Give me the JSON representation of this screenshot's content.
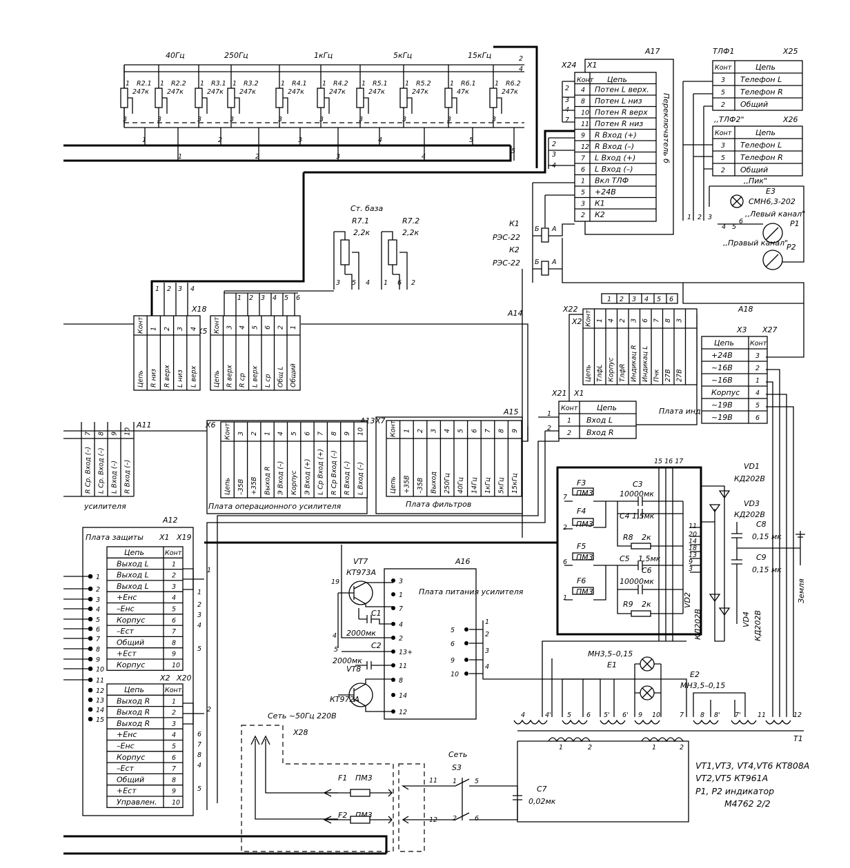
{
  "bands": [
    "40Гц",
    "250Гц",
    "1кГц",
    "5кГц",
    "15кГц"
  ],
  "resistors_top": [
    {
      "name": "R2.1",
      "val": "247к"
    },
    {
      "name": "R2.2",
      "val": "247к"
    },
    {
      "name": "R3.1",
      "val": "247к"
    },
    {
      "name": "R3.2",
      "val": "247к"
    },
    {
      "name": "R4.1",
      "val": "247к"
    },
    {
      "name": "R4.2",
      "val": "247к"
    },
    {
      "name": "R5.1",
      "val": "247к"
    },
    {
      "name": "R5.2",
      "val": "247к"
    },
    {
      "name": "R6.1",
      "val": "47к"
    },
    {
      "name": "R6.2",
      "val": "247к"
    }
  ],
  "bus_numbers": [
    "1",
    "2",
    "3",
    "4",
    "5",
    "1",
    "2",
    "3",
    "4",
    "5"
  ],
  "a17": {
    "label": "A17",
    "x24": "X24",
    "x1": "X1",
    "switch_label": "Переключатель б",
    "header": {
      "kont": "Конт",
      "circuit": "Цепь"
    },
    "rows": [
      {
        "k": "4",
        "c": "Потен L верх."
      },
      {
        "k": "8",
        "c": "Потен L низ"
      },
      {
        "k": "10",
        "c": "Потен R верх"
      },
      {
        "k": "11",
        "c": "Потен R низ"
      },
      {
        "k": "9",
        "c": "R Вход (+)"
      },
      {
        "k": "12",
        "c": "R Вход (–)"
      },
      {
        "k": "7",
        "c": "L Вход (+)"
      },
      {
        "k": "6",
        "c": "L Вход (–)"
      },
      {
        "k": "1",
        "c": "Вкл ТЛФ"
      },
      {
        "k": "5",
        "c": "+24В"
      },
      {
        "k": "3",
        "c": "К1"
      },
      {
        "k": "2",
        "c": "К2"
      }
    ]
  },
  "tlf1": {
    "label": "ТЛФ1",
    "x": "X25",
    "header": {
      "kont": "Конт",
      "circuit": "Цепь"
    },
    "rows": [
      {
        "k": "3",
        "c": "Телефон L"
      },
      {
        "k": "5",
        "c": "Телефон R"
      },
      {
        "k": "2",
        "c": "Общий"
      }
    ]
  },
  "tlf2": {
    "label": ",,ТЛФ2\"",
    "x": "X26",
    "header": {
      "kont": "Конт",
      "circuit": "Цепь"
    },
    "rows": [
      {
        "k": "3",
        "c": "Телефон L"
      },
      {
        "k": "5",
        "c": "Телефон R"
      },
      {
        "k": "2",
        "c": "Общий"
      }
    ]
  },
  "e3": {
    "pik": ",,Пик\"",
    "name": "E3",
    "type": "СМН6,3-202",
    "left": ",,Левый канал\"",
    "right": ",,Правый канал\"",
    "p1": "P1",
    "p2": "P2"
  },
  "st_baza": {
    "label": "Ст. база",
    "r71": "R7.1",
    "r71v": "2,2к",
    "r72": "R7.2",
    "r72v": "2,2к"
  },
  "relays": {
    "k1": "К1",
    "k1t": "РЭС-22",
    "k2": "К2",
    "k2t": "РЭС-22"
  },
  "x18": {
    "label": "X18",
    "x5": "X5",
    "cols": [
      "Конт",
      "Цепь"
    ],
    "rows": [
      {
        "k": "1",
        "c": "R низ"
      },
      {
        "k": "2",
        "c": "R верх"
      },
      {
        "k": "3",
        "c": "L низ"
      },
      {
        "k": "4",
        "c": "L верх"
      }
    ]
  },
  "x5b": {
    "rows": [
      {
        "k": "3",
        "c": "R верх"
      },
      {
        "k": "4",
        "c": "R ср"
      },
      {
        "k": "5",
        "c": "L верх"
      },
      {
        "k": "6",
        "c": "L ср"
      },
      {
        "k": "2",
        "c": "Общ L"
      },
      {
        "k": "1",
        "c": "Общий"
      }
    ]
  },
  "a14": "A14",
  "a18": {
    "label": "A18",
    "x22": "X22",
    "x2": "X2",
    "plate": "Плата индикации",
    "rows": [
      {
        "k": "1",
        "c": "ТлфL"
      },
      {
        "k": "4",
        "c": "Корпус"
      },
      {
        "k": "2",
        "c": "ТлфR"
      },
      {
        "k": "3",
        "c": "Индикац R"
      },
      {
        "k": "6",
        "c": "Индикац L"
      },
      {
        "k": "7",
        "c": "Пчк"
      },
      {
        "k": "8",
        "c": "27В"
      },
      {
        "k": "3",
        "c": "27В"
      }
    ]
  },
  "x3": {
    "label": "X3",
    "x27": "X27",
    "header": {
      "circuit": "Цепь",
      "kont": "Конт"
    },
    "rows": [
      {
        "c": "+24В",
        "k": "3"
      },
      {
        "c": "~16В",
        "k": "2"
      },
      {
        "c": "~16В",
        "k": "1"
      },
      {
        "c": "Корпус",
        "k": "4"
      },
      {
        "c": "~19В",
        "k": "5"
      },
      {
        "c": "~19В",
        "k": "6"
      }
    ]
  },
  "x21": {
    "label": "X21",
    "x1": "X1",
    "header": {
      "kont": "Конт",
      "circuit": "Цепь"
    },
    "rows": [
      {
        "k": "1",
        "c": "Вход L"
      },
      {
        "k": "2",
        "c": "Вход R"
      }
    ]
  },
  "a11": {
    "label": "A11",
    "plate": "усилителя",
    "rows": [
      {
        "k": "7",
        "c": "R Ср. Вход (–)"
      },
      {
        "k": "8",
        "c": "L Ср. Вход (–)"
      },
      {
        "k": "9",
        "c": "L Вход (–)"
      },
      {
        "k": "10",
        "c": "R Вход (–)"
      }
    ]
  },
  "x6": {
    "label": "X6",
    "a13": "A13",
    "x7": "X7",
    "plate": "Плата операционного усилителя",
    "rows": [
      {
        "k": "3",
        "c": "–35В"
      },
      {
        "k": "2",
        "c": "+35В"
      },
      {
        "k": "1",
        "c": "Выход R"
      },
      {
        "k": "4",
        "c": "Э Вход (–)"
      },
      {
        "k": "5",
        "c": "Корпус"
      },
      {
        "k": "6",
        "c": "Э Вход (+)"
      },
      {
        "k": "7",
        "c": "L Ср Вход (+)"
      },
      {
        "k": "8",
        "c": "R Ср Вход (–)"
      },
      {
        "k": "9",
        "c": "R Вход (–)"
      },
      {
        "k": "10",
        "c": "L Вход (–)"
      }
    ]
  },
  "a15": {
    "label": "A15",
    "plate": "Плата фильтров",
    "rows": [
      {
        "k": "1",
        "c": "+35В"
      },
      {
        "k": "2",
        "c": "–35В"
      },
      {
        "k": "3",
        "c": "Выход"
      },
      {
        "k": "4",
        "c": "250Гц"
      },
      {
        "k": "5",
        "c": "40Гц"
      },
      {
        "k": "6",
        "c": "14Гц"
      },
      {
        "k": "7",
        "c": "1кГц"
      },
      {
        "k": "8",
        "c": "5кГц"
      },
      {
        "k": "9",
        "c": "15кГц"
      }
    ]
  },
  "a12": {
    "label": "A12",
    "plate": "Плата защиты",
    "x1": "X1",
    "x19": "X19",
    "x2": "X2",
    "x20": "X20",
    "header": {
      "circuit": "Цепь",
      "kont": "Конт"
    },
    "rows1": [
      {
        "c": "Выход L",
        "k": "1"
      },
      {
        "c": "Выход L",
        "k": "2"
      },
      {
        "c": "Выход L",
        "k": "3"
      },
      {
        "c": "+Енс",
        "k": "4"
      },
      {
        "c": "–Енс",
        "k": "5"
      },
      {
        "c": "Корпус",
        "k": "6"
      },
      {
        "c": "–Ест",
        "k": "7"
      },
      {
        "c": "Общий",
        "k": "8"
      },
      {
        "c": "+Ест",
        "k": "9"
      },
      {
        "c": "Корпус",
        "k": "10"
      }
    ],
    "rows2": [
      {
        "c": "Выход R",
        "k": "1"
      },
      {
        "c": "Выход R",
        "k": "2"
      },
      {
        "c": "Выход R",
        "k": "3"
      },
      {
        "c": "+Енс",
        "k": "4"
      },
      {
        "c": "–Енс",
        "k": "5"
      },
      {
        "c": "Корпус",
        "k": "6"
      },
      {
        "c": "–Ест",
        "k": "7"
      },
      {
        "c": "Общий",
        "k": "8"
      },
      {
        "c": "+Ест",
        "k": "9"
      },
      {
        "c": "Управлен.",
        "k": "10"
      }
    ],
    "header2": {
      "circuit": "Цепь",
      "kont": "Конт."
    }
  },
  "pins_left": [
    "1",
    "2",
    "3",
    "4",
    "5",
    "6",
    "7",
    "8",
    "9",
    "10",
    "11",
    "12",
    "13",
    "14",
    "15"
  ],
  "a16": {
    "label": "A16",
    "plate": "Плата питания усилителя",
    "vt7": "VT7",
    "vt7t": "КТ973А",
    "vt8": "VT8",
    "vt8t": "КТ972А",
    "c1": "C1",
    "c2": "C2",
    "c1v": "2000мк",
    "c2v": "2000мк"
  },
  "psu": {
    "f3": "F3",
    "f4": "F4",
    "f5": "F5",
    "f6": "F6",
    "pm3": "ПМ3",
    "c3": "C3",
    "c3v": "10000мк",
    "c4": "C4",
    "c4v": "1,5мк",
    "r8": "R8",
    "r8v": "2к",
    "c5": "C5",
    "c5v": "1,5мк",
    "c6": "C6",
    "c6v": "10000мк",
    "r9": "R9",
    "r9v": "2к",
    "vd1": "VD1",
    "vd1t": "КД202В",
    "vd3": "VD3",
    "vd3t": "КД202В",
    "vd2": "VD2",
    "vd2t": "КД202В",
    "vd4": "VD4",
    "vd4t": "КД202В",
    "c8": "C8",
    "c8v": "0,15 мк",
    "c9": "C9",
    "c9v": "0,15 мк",
    "ground": "Земля",
    "top_pins": "15 16 17"
  },
  "lamps": {
    "e1": "E1",
    "e1t": "МН3,5–0,15",
    "e2": "E2",
    "e2t": "МН3,5–0,15"
  },
  "transformer": {
    "label": "T1"
  },
  "mains": {
    "net": "Сеть ~50Гц 220В",
    "x28": "X28",
    "f1": "F1",
    "f2": "F2",
    "pm3": "ПМ3",
    "s3label": "Сеть",
    "s3": "S3",
    "c7": "C7",
    "c7v": "0,02мк"
  },
  "notes": [
    "VT1,VT3, VT4,VT6 КТ808А",
    "VT2,VT5  КТ961А",
    "Р1, Р2 индикатор",
    "М4762 2/2"
  ]
}
